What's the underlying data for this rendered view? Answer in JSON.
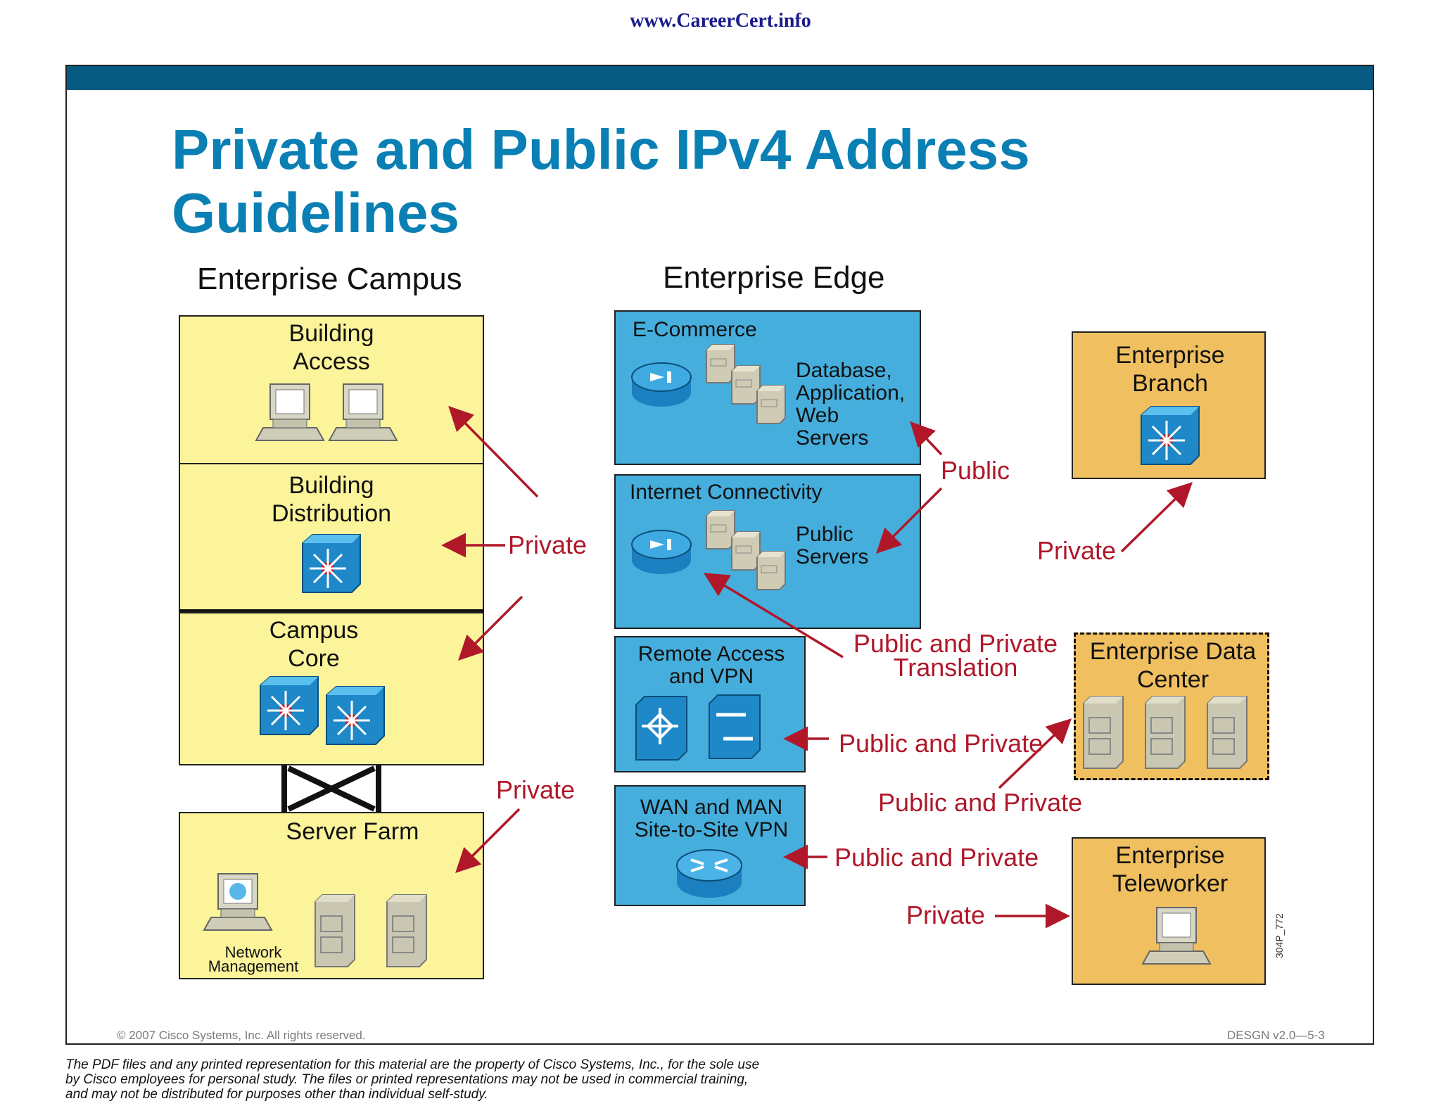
{
  "site_url": "www.CareerCert.info",
  "title": "Private and Public IPv4 Address Guidelines",
  "sections": {
    "campus": "Enterprise Campus",
    "edge": "Enterprise Edge"
  },
  "campus_modules": {
    "building_access": "Building Access",
    "building_distribution": "Building Distribution",
    "campus_core": "Campus Core",
    "server_farm": "Server Farm",
    "network_management": "Network Management"
  },
  "edge_modules": {
    "ecommerce": "E-Commerce",
    "ecommerce_servers": "Database, Application, Web Servers",
    "internet": "Internet Connectivity",
    "internet_servers": "Public Servers",
    "remote_access": "Remote Access and VPN",
    "wan": "WAN and MAN Site-to-Site VPN"
  },
  "remote_modules": {
    "branch": "Enterprise Branch",
    "data_center": "Enterprise Data Center",
    "teleworker": "Enterprise Teleworker"
  },
  "address_labels": {
    "campus_private": "Private",
    "server_farm_private": "Private",
    "edge_public": "Public",
    "translation": "Public and Private Translation",
    "remote_access": "Public and Private",
    "data_center": "Public and Private",
    "wan": "Public and Private",
    "branch": "Private",
    "teleworker": "Private"
  },
  "figure_id": "304P_772",
  "copyright": "© 2007 Cisco Systems, Inc. All rights reserved.",
  "course_code": "DESGN v2.0—5-3",
  "disclaimer": "The PDF files and any printed representation for this material are the property of Cisco Systems, Inc., for the sole use by Cisco employees for personal study. The files or printed representations may not be used in commercial training, and may not be distributed for purposes other than individual self-study.",
  "colors": {
    "campus": "#fbf49a",
    "edge": "#45aedc",
    "remote": "#f0c060",
    "arrow": "#b0182a",
    "title": "#0a7fb4",
    "bar": "#065a82"
  }
}
